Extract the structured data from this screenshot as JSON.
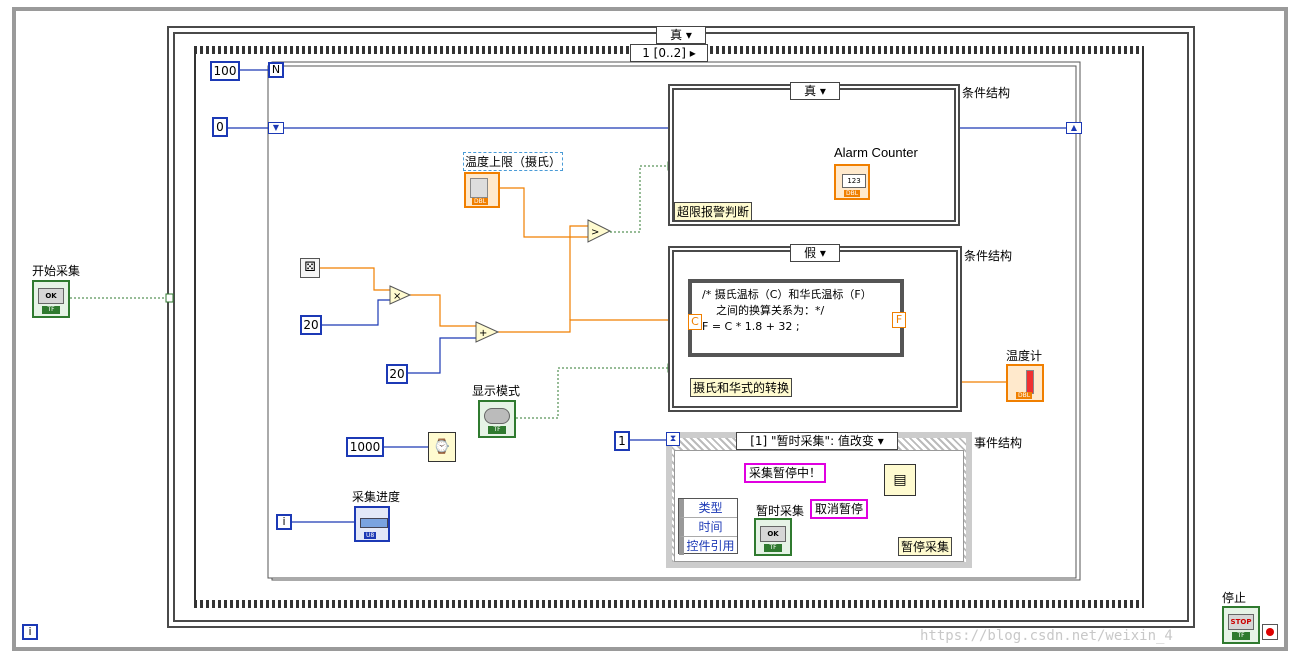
{
  "outer_while": {
    "start_button_label": "开始采集",
    "stop_button_label": "停止",
    "iteration_terminal": "i"
  },
  "case_top": {
    "selector": "真"
  },
  "sequence": {
    "selector": "1 [0..2]"
  },
  "inner_loop": {
    "count_constant": "100",
    "count_terminal": "N",
    "shift_init": "0",
    "iteration_terminal": "i"
  },
  "limit_control": {
    "label": "温度上限（摄氏）"
  },
  "multiply_constant": "20",
  "add_constant": "20",
  "display_mode": {
    "label": "显示模式"
  },
  "wait_constant": "1000",
  "progress": {
    "label": "采集进度"
  },
  "case_alarm": {
    "selector": "真",
    "structure_label": "条件结构",
    "comment": "超限报警判断",
    "indicator_label": "Alarm Counter"
  },
  "case_convert": {
    "selector": "假",
    "structure_label": "条件结构",
    "comment": "摄氏和华式的转换",
    "formula": "/* 摄氏温标（C）和华氏温标（F）\n    之间的换算关系为：*/\nF = C * 1.8 + 32 ;",
    "input_C": "C",
    "output_F": "F",
    "thermo_label": "温度计"
  },
  "event": {
    "timeout_constant": "1",
    "selector": "[1] \"暂时采集\": 值改变",
    "structure_label": "事件结构",
    "paused_string": "采集暂停中！",
    "cancel_string": "取消暂停",
    "data_nodes": [
      "类型",
      "时间",
      "控件引用"
    ],
    "button_label": "暂时采集",
    "comment": "暂停采集"
  },
  "watermark": "https://blog.csdn.net/weixin_4"
}
